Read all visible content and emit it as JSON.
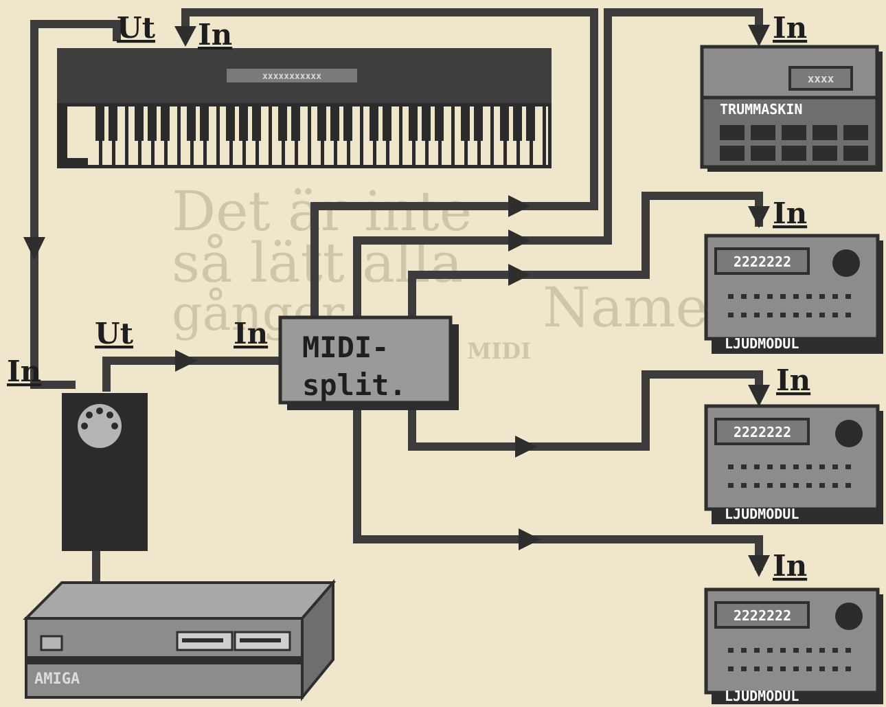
{
  "labels": {
    "in": "In",
    "ut": "Ut"
  },
  "devices": {
    "keyboard": {
      "display_text": "xxxxxxxxxxx"
    },
    "drum_machine": {
      "name": "TRUMMASKIN",
      "display_text": "xxxx"
    },
    "modules": [
      {
        "name": "LJUDMODUL",
        "display_text": "2222222"
      },
      {
        "name": "LJUDMODUL",
        "display_text": "2222222"
      },
      {
        "name": "LJUDMODUL",
        "display_text": "2222222"
      }
    ],
    "splitter": {
      "line1": "MIDI-",
      "line2": "split."
    },
    "computer": {
      "brand": "AMIGA"
    }
  },
  "background_text": {
    "headline1": "Det är inte",
    "headline2": "så lätt alla",
    "headline3": "gånger",
    "heading_fragment": "Name",
    "midi_fragment": "MIDI"
  },
  "colors": {
    "paper": "#efe6cc",
    "cable": "#3c3c3c",
    "device_body": "#8c8c8c",
    "device_shadow": "#2e2e2e",
    "splitter": "#9a9a9a",
    "text": "#1e1e1e"
  }
}
